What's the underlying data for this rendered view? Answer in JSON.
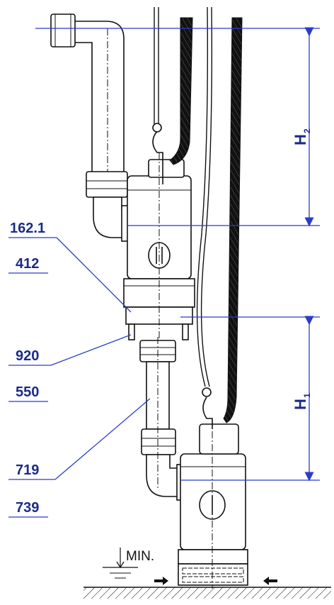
{
  "labels": {
    "l1": "162.1",
    "l2": "412",
    "l3": "920",
    "l4": "550",
    "l5": "719",
    "l6": "739"
  },
  "dimensions": {
    "h2": "H",
    "h2_sub": "2",
    "h1": "H",
    "h1_sub": "1"
  },
  "min_label": "MIN.",
  "colors": {
    "annotation": "#1a2a8c",
    "leader": "#2a3cc8",
    "outline": "#111111"
  }
}
